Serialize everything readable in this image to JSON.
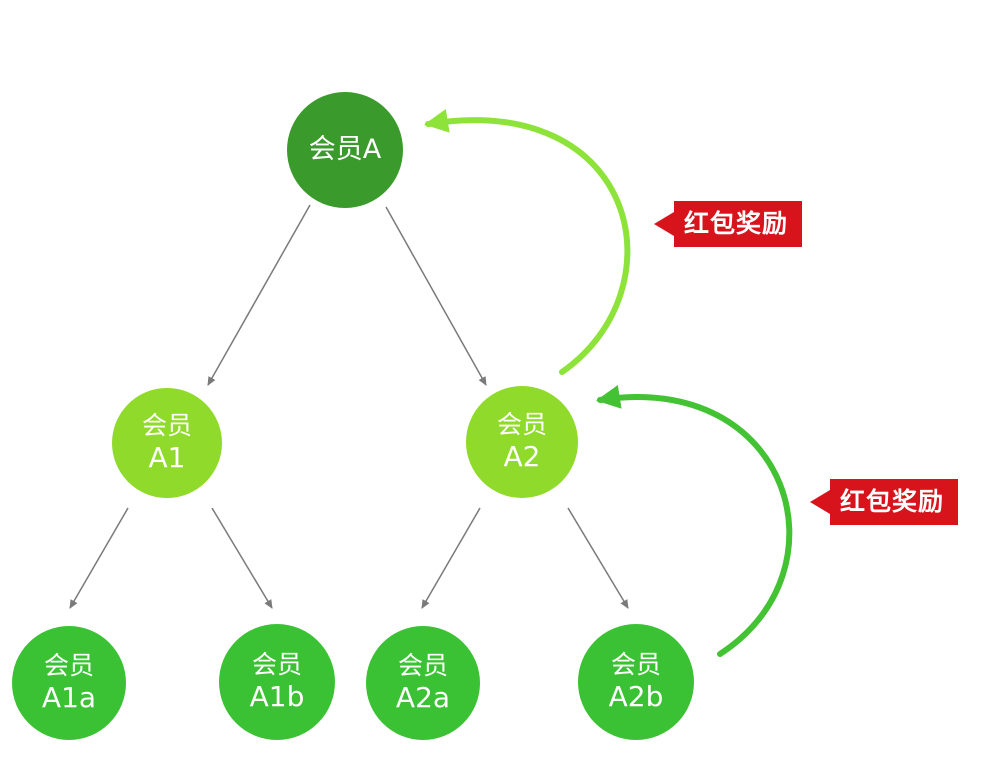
{
  "colors": {
    "root_node": "#3a9a2c",
    "level1_node": "#8fda2a",
    "level2_node": "#3bc234",
    "connector": "#7a7a7a",
    "reward_arc_top": "#8ee33a",
    "reward_arc_bottom": "#43c233",
    "tag_background": "#d7141c",
    "tag_text": "#ffffff"
  },
  "nodes": {
    "a": {
      "line1": "会员A",
      "line2": ""
    },
    "a1": {
      "line1": "会员",
      "line2": "A1"
    },
    "a2": {
      "line1": "会员",
      "line2": "A2"
    },
    "a1a": {
      "line1": "会员",
      "line2": "A1a"
    },
    "a1b": {
      "line1": "会员",
      "line2": "A1b"
    },
    "a2a": {
      "line1": "会员",
      "line2": "A2a"
    },
    "a2b": {
      "line1": "会员",
      "line2": "A2b"
    }
  },
  "reward_tags": {
    "top": "红包奖励",
    "bottom": "红包奖励"
  }
}
